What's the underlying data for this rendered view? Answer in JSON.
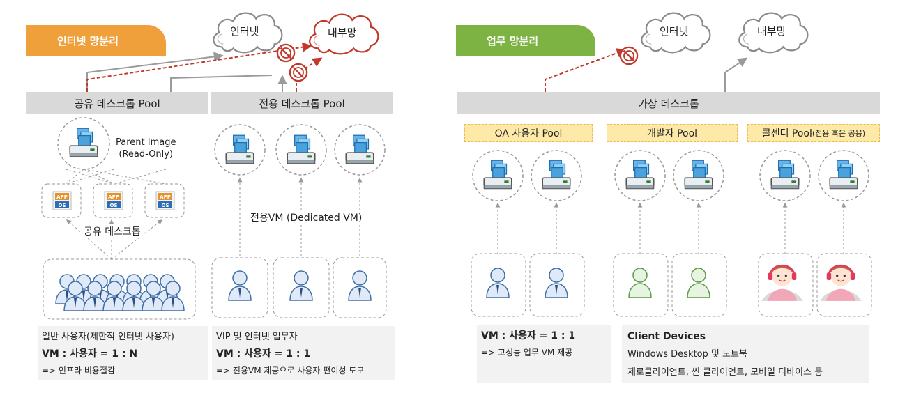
{
  "left": {
    "tag": "인터넷 망분리",
    "tag_color": "#f0a03a",
    "cloud_internet": "인터넷",
    "cloud_internal": "내부망",
    "shared_pool": "공유 데스크톱 Pool",
    "dedicated_pool": "전용 데스크톱 Pool",
    "parent_image_1": "Parent Image",
    "parent_image_2": "(Read-Only)",
    "app_label": "APP",
    "os_label": "OS",
    "shared_desktop": "공유 데스크톱",
    "dedicated_vm": "전용VM (Dedicated VM)",
    "shared_desc": {
      "line1": "일반 사용자(제한적 인터넷 사용자)",
      "line2": "VM : 사용자 = 1 : N",
      "line3": "=> 인프라 비용절감"
    },
    "dedicated_desc": {
      "line1": "VIP 및 인터넷 업무자",
      "line2": "VM : 사용자 = 1 : 1",
      "line3": "=> 전용VM 제공으로 사용자 편이성 도모"
    }
  },
  "right": {
    "tag": "업무 망분리",
    "tag_color": "#7cb342",
    "cloud_internet": "인터넷",
    "cloud_internal": "내부망",
    "virtual_desktop": "가상 데스크톱",
    "pool_oa": "OA 사용자 Pool",
    "pool_dev": "개발자 Pool",
    "pool_call": "콜센터 Pool",
    "pool_call_note": "(전용 혹은 공용)",
    "vm_desc": {
      "line1": "VM : 사용자 = 1 : 1",
      "line2": "=> 고성능 업무 VM 제공"
    },
    "client_desc": {
      "title": "Client Devices",
      "line1": "Windows Desktop 및 노트북",
      "line2": "제로클라이언트, 씬 클라이언트, 모바일 디바이스 등"
    }
  },
  "colors": {
    "bar_gray": "#d9d9d9",
    "blocked_red": "#c0392b",
    "pool_yellow": "#fde9a8"
  },
  "icons": [
    "cloud-icon",
    "blocked-icon",
    "server-icon",
    "app-os-icon",
    "user-icon",
    "agent-icon"
  ]
}
